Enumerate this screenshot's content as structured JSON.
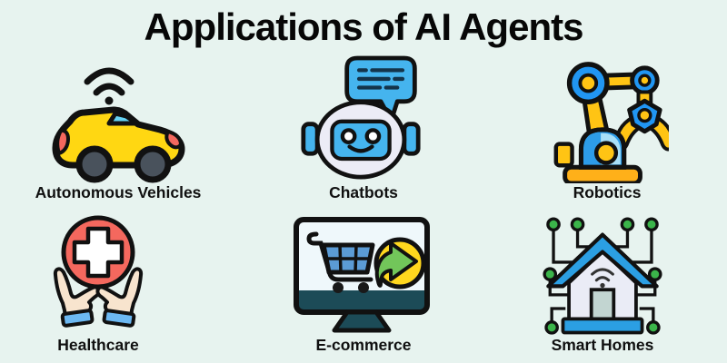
{
  "title": "Applications of AI Agents",
  "items": [
    {
      "label": "Autonomous Vehicles",
      "icon": "autonomous-vehicle-icon"
    },
    {
      "label": "Chatbots",
      "icon": "chatbot-icon"
    },
    {
      "label": "Robotics",
      "icon": "robotic-arm-icon"
    },
    {
      "label": "Healthcare",
      "icon": "healthcare-icon"
    },
    {
      "label": "E-commerce",
      "icon": "ecommerce-icon"
    },
    {
      "label": "Smart Homes",
      "icon": "smart-home-icon"
    }
  ],
  "colors": {
    "background": "#E7F3EF",
    "title_text": "#070707",
    "label_text": "#101010",
    "outline": "#111111",
    "car_yellow": "#FFD712",
    "windshield_blue": "#66D3F4",
    "accent_red": "#F4685E",
    "wheel_gray": "#49525C",
    "bot_blue": "#45B4EE",
    "bot_head": "#ECECF6",
    "bubble_text_navy": "#14344B",
    "robot_blue": "#2196F3",
    "robot_yellow": "#FFC414",
    "robot_orange": "#FFB019",
    "robot_highlight": "#A8DFF8",
    "skin": "#F8E4CE",
    "cuff_blue": "#6CB8F2",
    "monitor_teal": "#1C4B57",
    "screen_white": "#EFF8FB",
    "cart_blue": "#5B9BD5",
    "coin_yellow": "#FFD71E",
    "arrow_green": "#72C65A",
    "roof_blue": "#2B9FE3",
    "wall_lavender": "#EAECF6",
    "door_gray": "#C2D5D1",
    "node_green": "#3BB54A"
  }
}
